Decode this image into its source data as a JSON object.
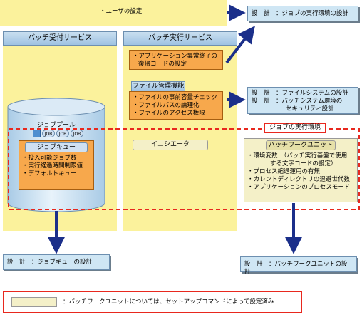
{
  "top_bar": {
    "text": "・ユーザの設定"
  },
  "columns": {
    "batch_reception": {
      "title": "バッチ受付サービス"
    },
    "batch_execution": {
      "title": "バッチ実行サービス"
    }
  },
  "design_boxes": {
    "job_env": {
      "line1": "設　計　：ジョブの実行環境の設計"
    },
    "file_system": {
      "line1": "設　計　：ファイルシステムの設計",
      "line2": "設　計　：バッチシステム環境の",
      "line3": "セキュリティ設計"
    },
    "job_queue": {
      "line1": "設　計　：ジョブキューの設計"
    },
    "batch_unit": {
      "line1": "設　計　：バッチワークユニットの設計"
    }
  },
  "app_error_box": {
    "line1": "・アプリケーション異常終了の",
    "line2": "復帰コードの設定"
  },
  "file_mgmt": {
    "title": "ファイル管理機能",
    "items": [
      "ファイルの事前容量チェック",
      "ファイルパスの論理化",
      "ファイルのアクセス権限"
    ]
  },
  "job_pool": {
    "title": "ジョブプール",
    "job_tokens": [
      "JOB",
      "JOB",
      "JOB"
    ]
  },
  "job_queue": {
    "title": "ジョブキュー",
    "items": [
      "投入可能ジョブ数",
      "実行経過時間制限値",
      "デフォルトキュー"
    ]
  },
  "job_env_label": "ジョブの実行環境",
  "initiator": {
    "label": "イニシエータ"
  },
  "batch_unit": {
    "title": "バッチワークユニット",
    "items": [
      "環境変数　（バッチ実行基盤で使用",
      "する文字コードの設定）",
      "プロセス縮退運用の有無",
      "カレントディレクトリの退避世代数",
      "アプリケーションのプロセスモード"
    ]
  },
  "legend": {
    "text": "：バッチワークユニットについては、セットアップコマンドによって設定済み"
  },
  "colors": {
    "column_yellow": "#fbf29c",
    "design_blue": "#cfe6f4",
    "orange": "#f7a84c",
    "cream": "#f4f0c8",
    "dashed_red": "#e8281e",
    "arrow_navy": "#1b2f8a"
  }
}
